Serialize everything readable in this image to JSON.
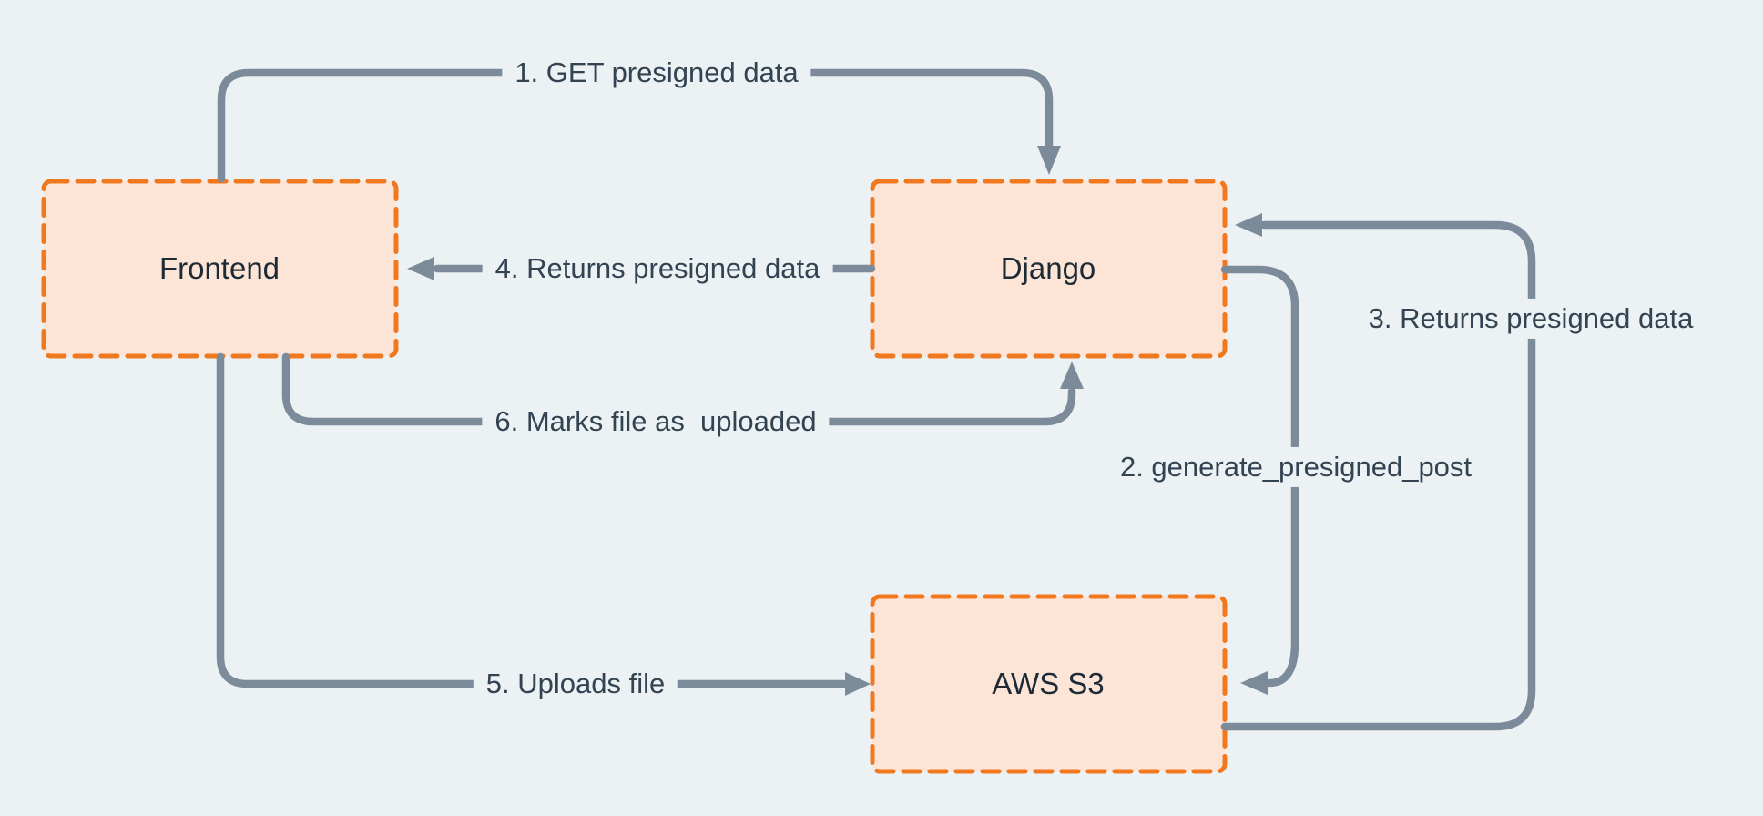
{
  "diagram": {
    "nodes": [
      {
        "id": "frontend",
        "label": "Frontend"
      },
      {
        "id": "django",
        "label": "Django"
      },
      {
        "id": "aws-s3",
        "label": "AWS S3"
      }
    ],
    "edges": [
      {
        "step": 1,
        "label": "1. GET presigned data",
        "from": "Frontend",
        "to": "Django"
      },
      {
        "step": 2,
        "label": "2. generate_presigned_post",
        "from": "Django",
        "to": "AWS S3"
      },
      {
        "step": 3,
        "label": "3. Returns presigned data",
        "from": "AWS S3",
        "to": "Django"
      },
      {
        "step": 4,
        "label": "4. Returns presigned data",
        "from": "Django",
        "to": "Frontend"
      },
      {
        "step": 5,
        "label": "5. Uploads file",
        "from": "Frontend",
        "to": "AWS S3"
      },
      {
        "step": 6,
        "label": "6. Marks file as  uploaded",
        "from": "Frontend",
        "to": "Django"
      }
    ]
  },
  "colors": {
    "background": "#ECF1F4",
    "node_fill": "#FCE4D6",
    "node_border": "#F0791F",
    "arrow": "#7B8B9A",
    "node_text": "#1D2B36",
    "edge_text": "#334351"
  }
}
